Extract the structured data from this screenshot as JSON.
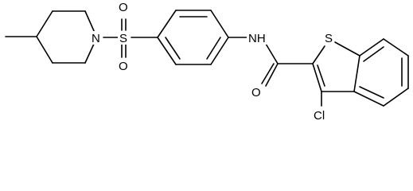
{
  "molecule": {
    "atoms": {
      "sulfonyl_o_top": "O",
      "sulfonyl_s": "S",
      "sulfonyl_o_bottom": "O",
      "piperidine_n": "N",
      "amide_nh": "NH",
      "amide_o": "O",
      "thiophene_s": "S",
      "chloro": "Cl"
    }
  }
}
